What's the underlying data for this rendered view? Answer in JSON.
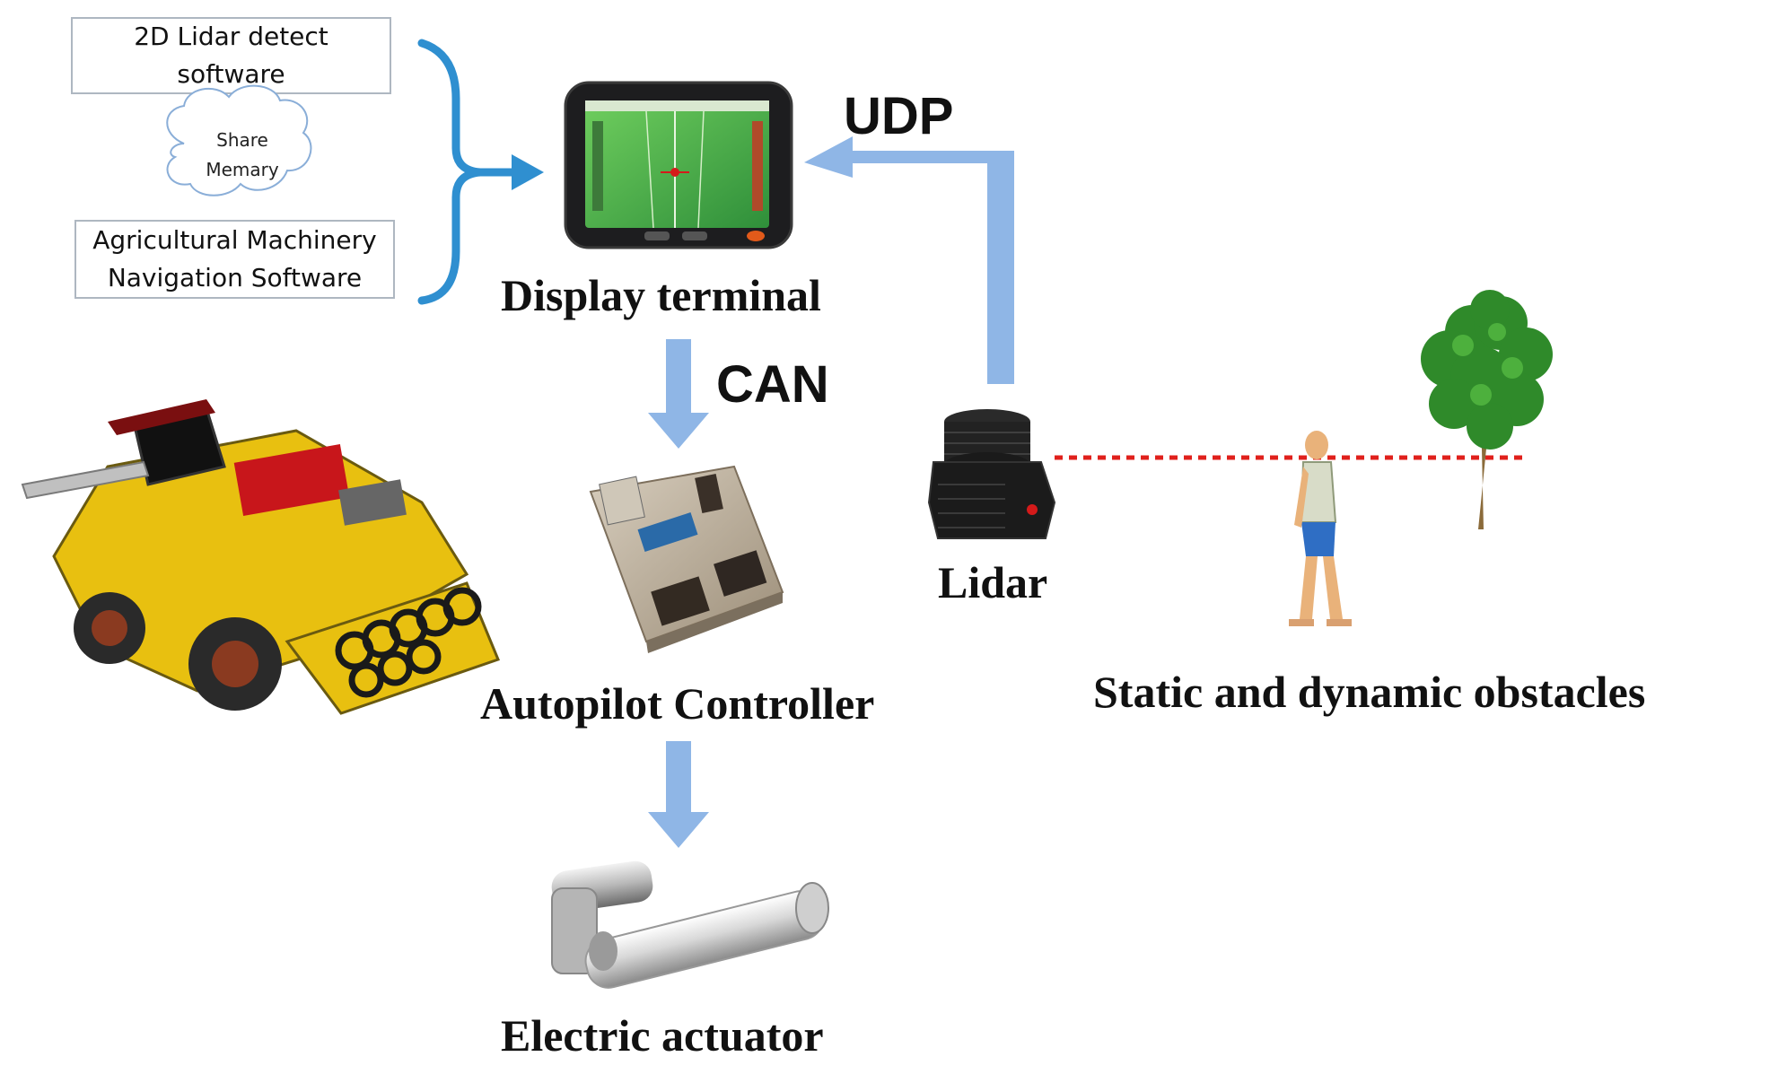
{
  "software_boxes": {
    "lidar_detect_line1": "2D Lidar detect",
    "lidar_detect_line2": "software",
    "share_memory_line1": "Share",
    "share_memory_line2": "Memary",
    "nav_software_line1": "Agricultural Machinery",
    "nav_software_line2": "Navigation Software"
  },
  "nodes": {
    "display_terminal": "Display terminal",
    "autopilot_controller": "Autopilot Controller",
    "electric_actuator": "Electric actuator",
    "lidar": "Lidar",
    "obstacles": "Static and dynamic obstacles"
  },
  "links": {
    "udp": "UDP",
    "can": "CAN"
  },
  "colors": {
    "bracket_blue": "#2f8fd0",
    "flow_arrow_blue": "#8fb6e6",
    "scan_line_red": "#e0201c",
    "harvester_yellow": "#e8c010",
    "harvester_red": "#c8161b"
  }
}
